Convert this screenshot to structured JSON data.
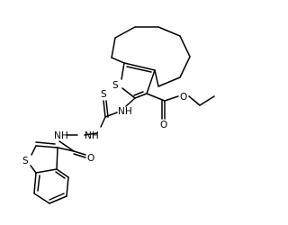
{
  "molecule": {
    "labels": {
      "s_thiophene": "S",
      "o_carbonyl_ester": "O",
      "o_ether_ester": "O",
      "nh_thiourea": "NH",
      "s_thione": "S",
      "nh_hydrazide_1": "NH",
      "nh_hydrazide_2": "NH",
      "o_amide": "O",
      "s_benzothiophene": "S"
    }
  }
}
